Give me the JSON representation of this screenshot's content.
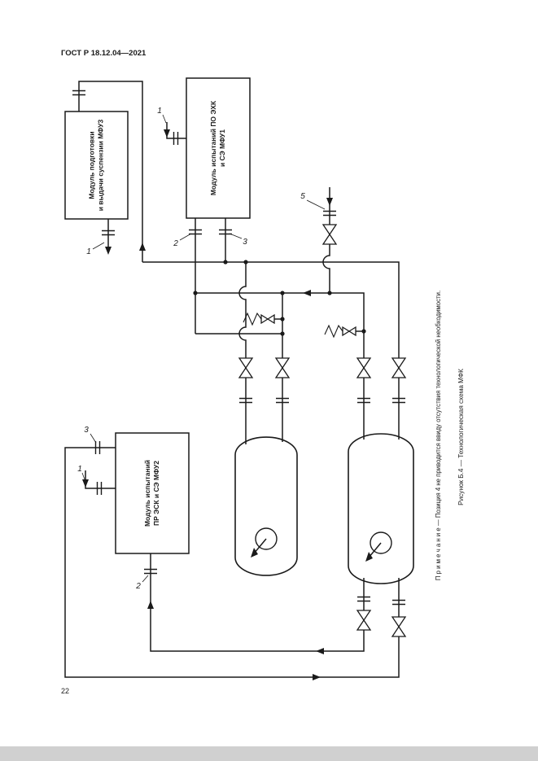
{
  "page": {
    "header": "ГОСТ Р 18.12.04—2021",
    "number": "22"
  },
  "figure": {
    "note": "П р и м е ч а н и е — Позиция 4 не приводится ввиду отсутствия технологической необходимости.",
    "caption": "Рисунок Б.4 — Технологическая схема МФК"
  },
  "modules": {
    "mfu3": {
      "line1": "Модуль подготовки",
      "line2": "и выдачи суспензии МФУ3"
    },
    "mfu1": {
      "line1": "Модуль испытаний ПО ЭХК",
      "line2": "и СЭ МФУ1"
    },
    "mfu2": {
      "line1": "Модуль испытаний",
      "line2": "ПР ЭСК и СЭ МФУ2"
    }
  },
  "position_labels": {
    "mfu3_outlet": "1",
    "mfu1_inlet": "1",
    "mfu1_port2": "2",
    "mfu1_port3": "3",
    "line5": "5",
    "mfu2_port2": "2",
    "mfu2_port3": "3",
    "mfu2_inlet": "1"
  },
  "colors": {
    "ink": "#1a1a1a",
    "paper": "#ffffff",
    "page_edge": "#d0d0d0"
  }
}
